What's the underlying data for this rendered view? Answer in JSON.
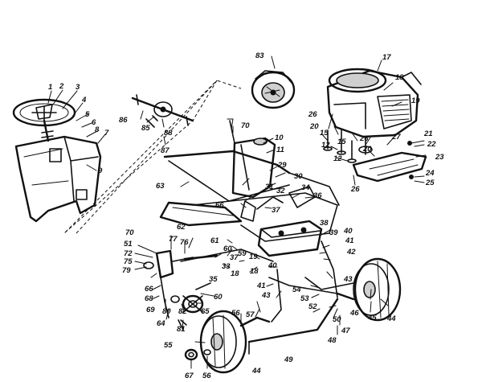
{
  "callouts": [
    {
      "id": "1",
      "text": "1"
    },
    {
      "id": "2",
      "text": "2"
    },
    {
      "id": "3",
      "text": "3"
    },
    {
      "id": "4",
      "text": "4"
    },
    {
      "id": "5",
      "text": "5"
    },
    {
      "id": "6",
      "text": "6"
    },
    {
      "id": "7",
      "text": "7"
    },
    {
      "id": "8",
      "text": "8"
    },
    {
      "id": "9",
      "text": "9"
    },
    {
      "id": "10",
      "text": "10"
    },
    {
      "id": "11",
      "text": "11"
    },
    {
      "id": "12a",
      "text": "12"
    },
    {
      "id": "12b",
      "text": "12"
    },
    {
      "id": "15a",
      "text": "15"
    },
    {
      "id": "15b",
      "text": "15"
    },
    {
      "id": "17",
      "text": "17"
    },
    {
      "id": "18a",
      "text": "18"
    },
    {
      "id": "18b",
      "text": "18"
    },
    {
      "id": "18c",
      "text": "18"
    },
    {
      "id": "19a",
      "text": "19"
    },
    {
      "id": "19b",
      "text": "19"
    },
    {
      "id": "20a",
      "text": "20"
    },
    {
      "id": "20b",
      "text": "20"
    },
    {
      "id": "21",
      "text": "21"
    },
    {
      "id": "22",
      "text": "22"
    },
    {
      "id": "23",
      "text": "23"
    },
    {
      "id": "24",
      "text": "24"
    },
    {
      "id": "25",
      "text": "25"
    },
    {
      "id": "26a",
      "text": "26"
    },
    {
      "id": "26b",
      "text": "26"
    },
    {
      "id": "26c",
      "text": "26"
    },
    {
      "id": "27",
      "text": "27"
    },
    {
      "id": "29",
      "text": "29"
    },
    {
      "id": "30",
      "text": "30"
    },
    {
      "id": "31",
      "text": "31"
    },
    {
      "id": "32",
      "text": "32"
    },
    {
      "id": "33",
      "text": "33"
    },
    {
      "id": "34",
      "text": "34"
    },
    {
      "id": "35",
      "text": "35"
    },
    {
      "id": "36",
      "text": "36"
    },
    {
      "id": "37a",
      "text": "37"
    },
    {
      "id": "37b",
      "text": "37"
    },
    {
      "id": "38",
      "text": "38"
    },
    {
      "id": "39",
      "text": "39"
    },
    {
      "id": "40a",
      "text": "40"
    },
    {
      "id": "40b",
      "text": "40"
    },
    {
      "id": "41a",
      "text": "41"
    },
    {
      "id": "41b",
      "text": "41"
    },
    {
      "id": "42",
      "text": "42"
    },
    {
      "id": "43a",
      "text": "43"
    },
    {
      "id": "43b",
      "text": "43"
    },
    {
      "id": "44a",
      "text": "44"
    },
    {
      "id": "44b",
      "text": "44"
    },
    {
      "id": "45",
      "text": "45"
    },
    {
      "id": "46",
      "text": "46"
    },
    {
      "id": "47",
      "text": "47"
    },
    {
      "id": "48",
      "text": "48"
    },
    {
      "id": "49",
      "text": "49"
    },
    {
      "id": "50",
      "text": "50"
    },
    {
      "id": "51",
      "text": "51"
    },
    {
      "id": "52",
      "text": "52"
    },
    {
      "id": "53",
      "text": "53"
    },
    {
      "id": "54",
      "text": "54"
    },
    {
      "id": "55",
      "text": "55"
    },
    {
      "id": "56a",
      "text": "56"
    },
    {
      "id": "56b",
      "text": "56"
    },
    {
      "id": "57",
      "text": "57"
    },
    {
      "id": "59",
      "text": "59"
    },
    {
      "id": "60a",
      "text": "60"
    },
    {
      "id": "60b",
      "text": "60"
    },
    {
      "id": "61",
      "text": "61"
    },
    {
      "id": "62",
      "text": "62"
    },
    {
      "id": "63",
      "text": "63"
    },
    {
      "id": "64",
      "text": "64"
    },
    {
      "id": "65",
      "text": "65"
    },
    {
      "id": "66a",
      "text": "66"
    },
    {
      "id": "66b",
      "text": "66"
    },
    {
      "id": "67",
      "text": "67"
    },
    {
      "id": "68",
      "text": "68"
    },
    {
      "id": "69",
      "text": "69"
    },
    {
      "id": "70a",
      "text": "70"
    },
    {
      "id": "70b",
      "text": "70"
    },
    {
      "id": "72",
      "text": "72"
    },
    {
      "id": "75",
      "text": "75"
    },
    {
      "id": "76",
      "text": "76"
    },
    {
      "id": "77",
      "text": "77"
    },
    {
      "id": "79",
      "text": "79"
    },
    {
      "id": "80",
      "text": "80"
    },
    {
      "id": "81",
      "text": "81"
    },
    {
      "id": "82",
      "text": "82"
    },
    {
      "id": "83",
      "text": "83"
    },
    {
      "id": "85",
      "text": "85"
    },
    {
      "id": "86",
      "text": "86"
    },
    {
      "id": "87",
      "text": "87"
    },
    {
      "id": "88",
      "text": "88"
    }
  ]
}
